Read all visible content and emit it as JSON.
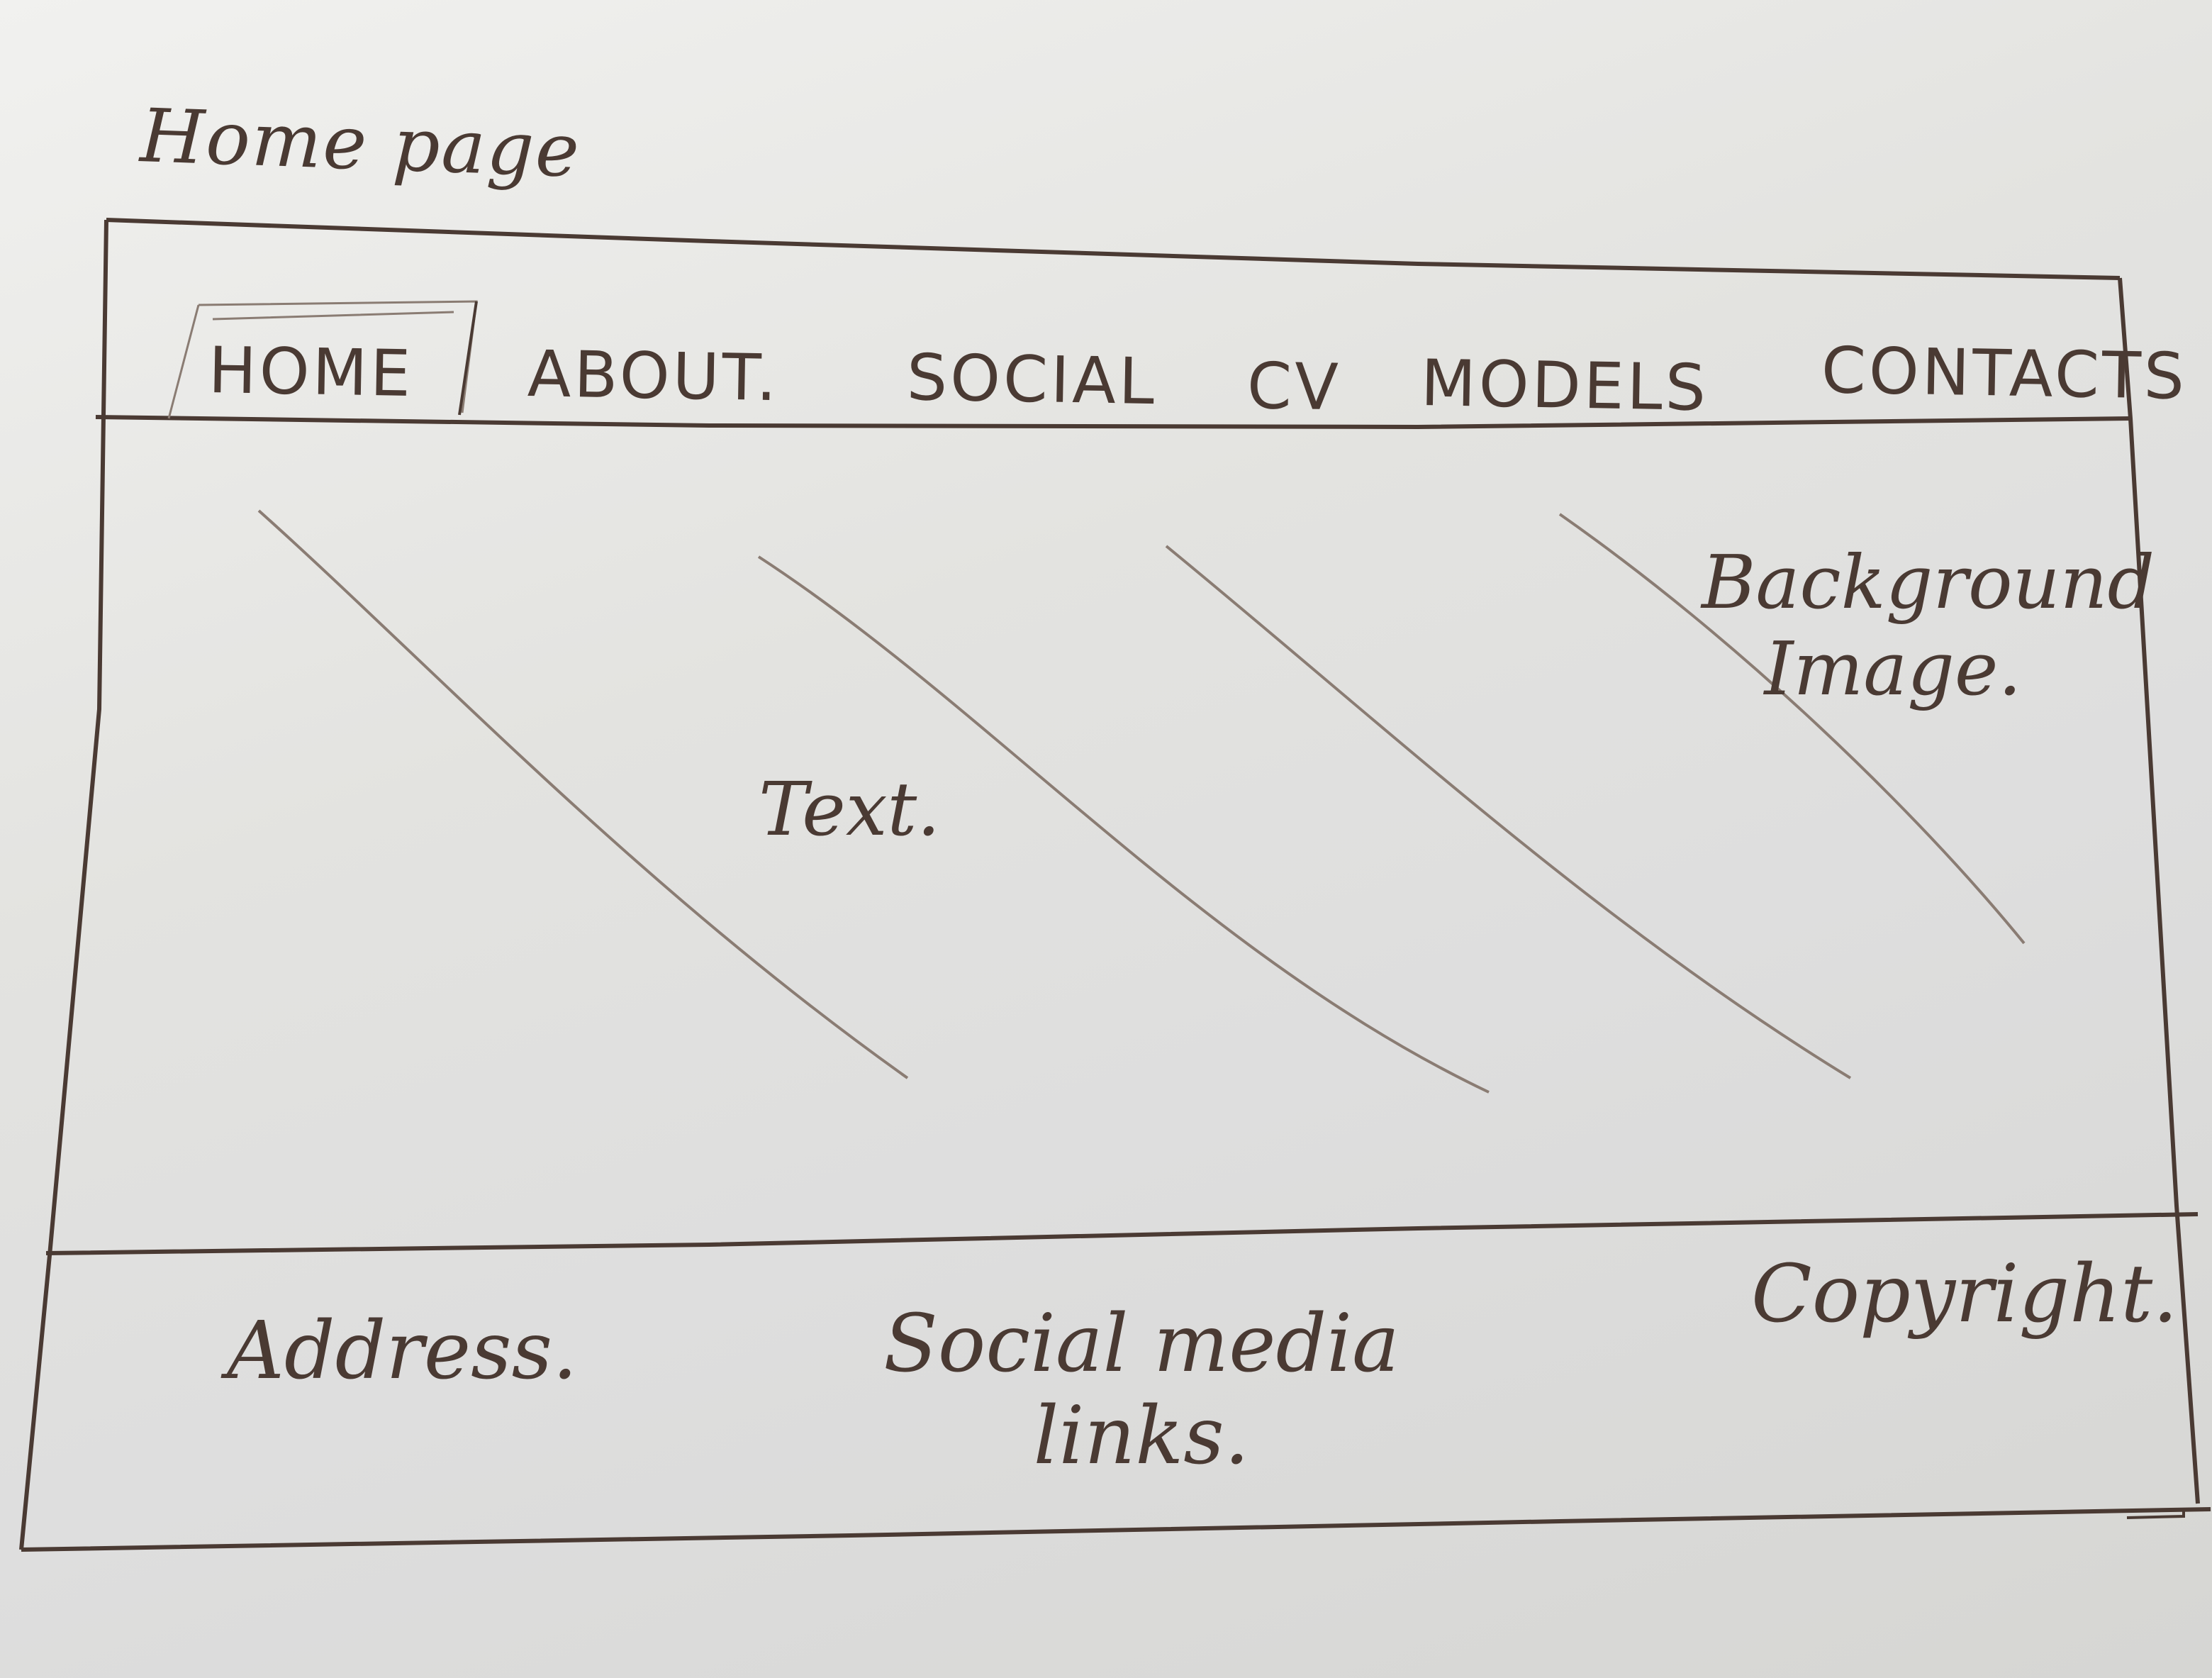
{
  "page_title": "Home page",
  "nav": {
    "items": [
      {
        "label": "HOME",
        "active": true
      },
      {
        "label": "ABOUT.",
        "active": false
      },
      {
        "label": "SOCIAL",
        "active": false
      },
      {
        "label": "CV",
        "active": false
      },
      {
        "label": "MODELS",
        "active": false
      },
      {
        "label": "CONTACTS",
        "active": false
      }
    ]
  },
  "hero": {
    "text_label": "Text.",
    "background_label_line1": "Background",
    "background_label_line2": "Image."
  },
  "footer": {
    "address_label": "Address.",
    "social_line1": "Social media",
    "social_line2": "links.",
    "copyright_label": "Copyright."
  },
  "colors": {
    "ink": "#4a3a33",
    "pencil": "#8a7c73",
    "paper": "#e3e3e0"
  }
}
